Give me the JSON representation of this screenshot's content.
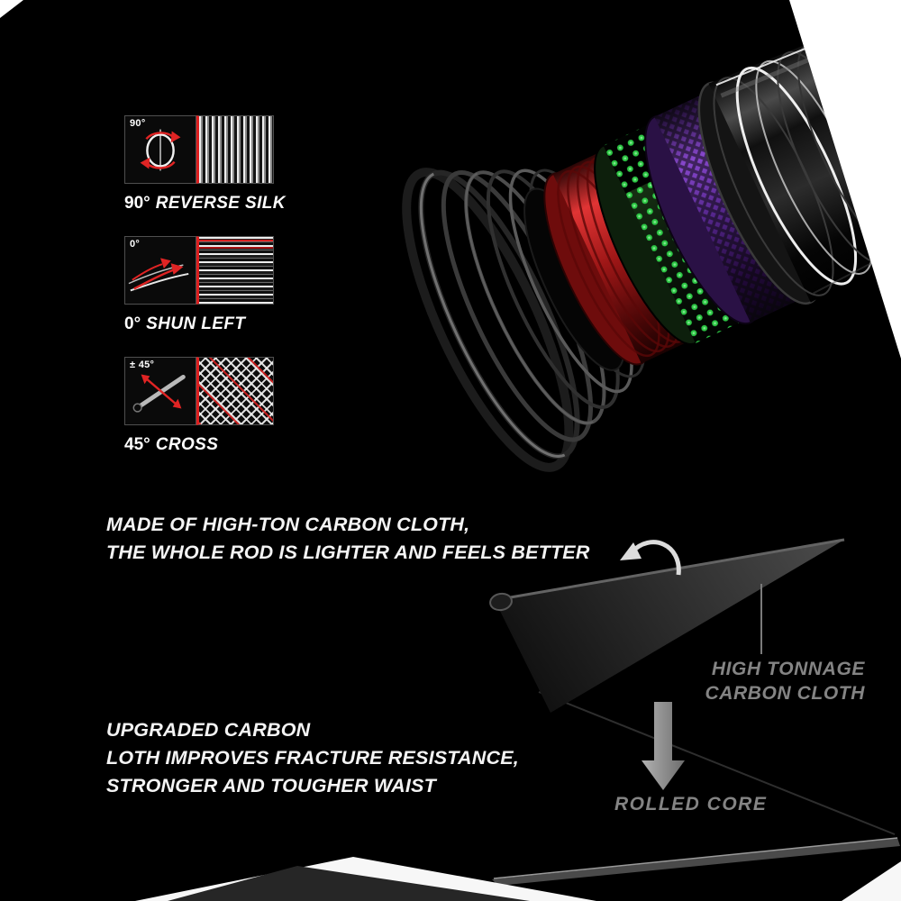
{
  "diagrams": [
    {
      "degree": "90°",
      "prefix": "90°",
      "name": "REVERSE SILK"
    },
    {
      "degree": "0°",
      "prefix": "0°",
      "name": "SHUN LEFT"
    },
    {
      "degree": "± 45°",
      "prefix": "45°",
      "name": "CROSS"
    }
  ],
  "features": {
    "line1": "MADE OF HIGH-TON CARBON CLOTH,",
    "line2": "THE WHOLE ROD IS LIGHTER AND FEELS BETTER"
  },
  "upgrade": {
    "line1": "UPGRADED CARBON",
    "line2": "LOTH IMPROVES FRACTURE RESISTANCE,",
    "line3": "STRONGER AND TOUGHER WAIST"
  },
  "callouts": {
    "cloth1": "HIGH TONNAGE",
    "cloth2": "CARBON CLOTH",
    "core": "ROLLED CORE"
  },
  "icons": {
    "box1": "reverse-rotation-icon",
    "box2": "left-sweep-arrows-icon",
    "box3": "cross-arrows-icon",
    "sheet": "curl-arrow-icon",
    "flow": "down-arrow-icon"
  },
  "colors": {
    "background": "#000000",
    "accent_red": "#dd1f1f",
    "layer_red": "#c42222",
    "layer_green": "#2fd148",
    "layer_purple": "#7a3fc0",
    "text_white": "#f4f4f4",
    "text_gray": "#848484"
  }
}
